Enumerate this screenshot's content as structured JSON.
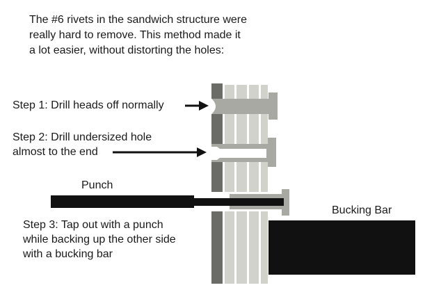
{
  "intro": {
    "line1": "The #6 rivets in the sandwich structure were",
    "line2": "really hard to remove.  This method made it",
    "line3": "a lot easier, without distorting the holes:"
  },
  "steps": {
    "step1": "Step 1: Drill heads off normally",
    "step2_line1": "Step 2: Drill undersized hole",
    "step2_line2": "almost to the end",
    "step3_line1": "Step 3: Tap out with a punch",
    "step3_line2": "while backing up the other side",
    "step3_line3": "with a bucking bar"
  },
  "labels": {
    "punch": "Punch",
    "bucking_bar": "Bucking Bar"
  },
  "colors": {
    "dark_layer": "#6b6b68",
    "light_layer": "#d2d2cc",
    "rivet": "#a9a9a3",
    "black": "#111111"
  }
}
